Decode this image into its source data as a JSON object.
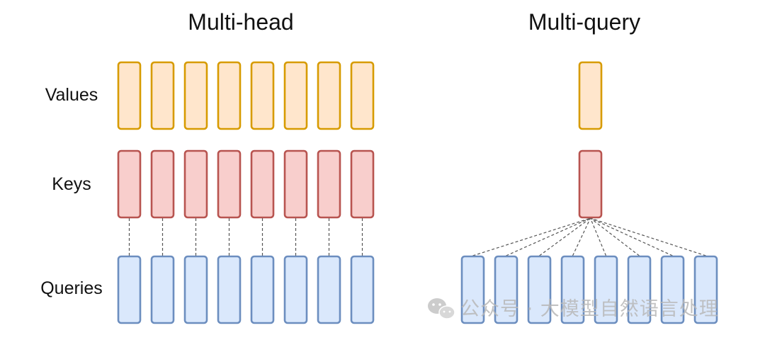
{
  "titles": {
    "multi_head": "Multi-head",
    "multi_query": "Multi-query"
  },
  "row_labels": {
    "values": "Values",
    "keys": "Keys",
    "queries": "Queries"
  },
  "multi_head": {
    "value_heads": 8,
    "key_heads": 8,
    "query_heads": 8
  },
  "multi_query": {
    "value_heads": 1,
    "key_heads": 1,
    "query_heads": 8
  },
  "colors": {
    "values_fill": "#ffe6cc",
    "values_stroke": "#d79b00",
    "keys_fill": "#f8cecc",
    "keys_stroke": "#b85450",
    "queries_fill": "#dae8fc",
    "queries_stroke": "#6c8ebf",
    "connector": "#555555"
  },
  "watermark": {
    "icon": "wechat-icon",
    "text": "公众号 · 大模型自然语言处理"
  }
}
